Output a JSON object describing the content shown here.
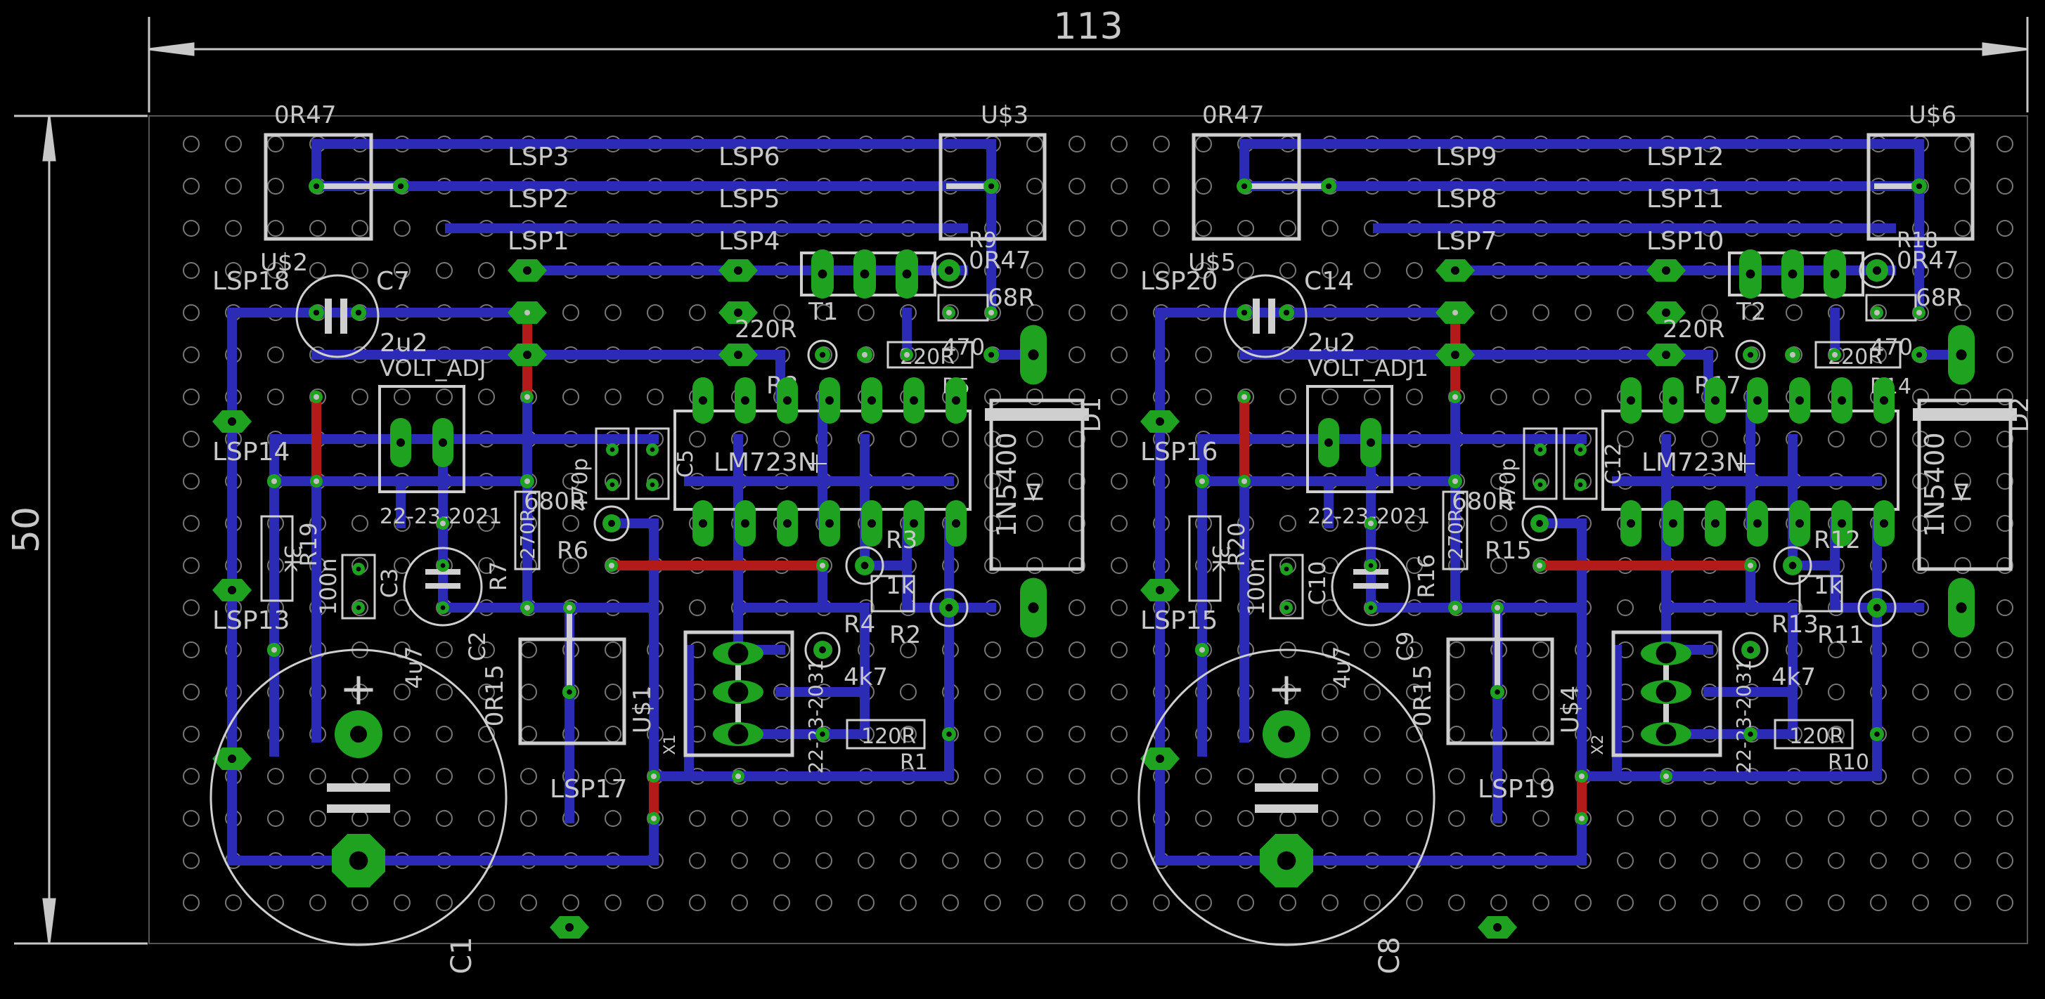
{
  "colors": {
    "background": "#000000",
    "dimension": "#c8c8c8",
    "outline": "#cfcfcf",
    "trace_bottom": "#2b2bb5",
    "trace_top": "#b31b1b",
    "pad": "#1fa21f",
    "pad_hole": "#c0c0c0",
    "grid_hole": "#777777",
    "label": "#c8c8c8"
  },
  "dimensions": {
    "width_label": "113",
    "height_label": "50"
  },
  "channels": [
    {
      "shunt_label": "0R47",
      "shunt_name": "U$2",
      "connector_label": "U$3",
      "lsp": [
        "LSP3",
        "LSP2",
        "LSP1",
        "LSP6",
        "LSP5",
        "LSP4",
        "LSP18",
        "LSP14",
        "LSP13",
        "LSP17"
      ],
      "c_in_name": "C7",
      "c_in_value": "2u2",
      "volt_adj": "VOLT_ADJ",
      "volt_adj_part": "22-23-2021",
      "transistor": "T1",
      "r_base_label": "220R",
      "r_pull_label": "220R",
      "r_pull_name": "R5",
      "cap_470_label": "470",
      "r_emit_label": "0R47",
      "r_emit_name": "R9",
      "r_68_label": "68R",
      "r_8_name": "R8",
      "ic_label": "LM723N",
      "cap_ic_label": "470p",
      "cap_ic2_name": "C5",
      "diode_name": "D1",
      "diode_part": "1N5400",
      "r_680_label": "680R",
      "r_680_name": "R6",
      "r_270_label": "270R",
      "r_270_name": "R7",
      "r_3k_label": "3k",
      "r_3k_name": "R19",
      "c_100n_label": "100n",
      "c_100n_name": "C3",
      "c_4u7_label": "4u7",
      "c_4u7_name": "C2",
      "r_0r15_label": "0R15",
      "u_small_name": "U$1",
      "xtal_name": "X1",
      "term_part": "22-23-2031",
      "r3_name": "R3",
      "r_1k_label": "1k",
      "r2_name": "R2",
      "r4_name": "R4",
      "r_4k7_label": "4k7",
      "r_120_label": "120R",
      "r1_name": "R1",
      "c_big_name": "C1"
    },
    {
      "shunt_label": "0R47",
      "shunt_name": "U$5",
      "connector_label": "U$6",
      "lsp": [
        "LSP9",
        "LSP8",
        "LSP7",
        "LSP12",
        "LSP11",
        "LSP10",
        "LSP20",
        "LSP16",
        "LSP15",
        "LSP19"
      ],
      "c_in_name": "C14",
      "c_in_value": "2u2",
      "volt_adj": "VOLT_ADJ1",
      "volt_adj_part": "22-23-2021",
      "transistor": "T2",
      "r_base_label": "220R",
      "r_pull_label": "220R",
      "r_pull_name": "R14",
      "cap_470_label": "470",
      "r_emit_label": "0R47",
      "r_emit_name": "R18",
      "r_68_label": "68R",
      "r_8_name": "R17",
      "ic_label": "LM723N",
      "cap_ic_label": "470p",
      "cap_ic2_name": "C12",
      "diode_name": "D2",
      "diode_part": "1N5400",
      "r_680_label": "680R",
      "r_680_name": "R15",
      "r_270_label": "270R",
      "r_270_name": "R16",
      "r_3k_label": "3k",
      "r_3k_name": "R20",
      "c_100n_label": "100n",
      "c_100n_name": "C10",
      "c_4u7_label": "4u7",
      "c_4u7_name": "C9",
      "r_0r15_label": "0R15",
      "u_small_name": "U$4",
      "xtal_name": "X2",
      "term_part": "22-23-2031",
      "r3_name": "R12",
      "r_1k_label": "1k",
      "r2_name": "R11",
      "r4_name": "R13",
      "r_4k7_label": "4k7",
      "r_120_label": "120R",
      "r1_name": "R10",
      "c_big_name": "C8"
    }
  ]
}
